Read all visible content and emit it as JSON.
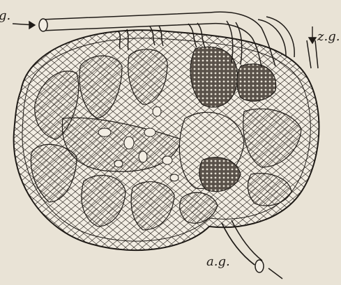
{
  "figure": {
    "labels": {
      "left_tube": "g.",
      "right_tube": "z.g.",
      "bottom_tube": "a.g."
    },
    "colors": {
      "paper": "#e9e3d6",
      "ink": "#1f1b17"
    }
  }
}
